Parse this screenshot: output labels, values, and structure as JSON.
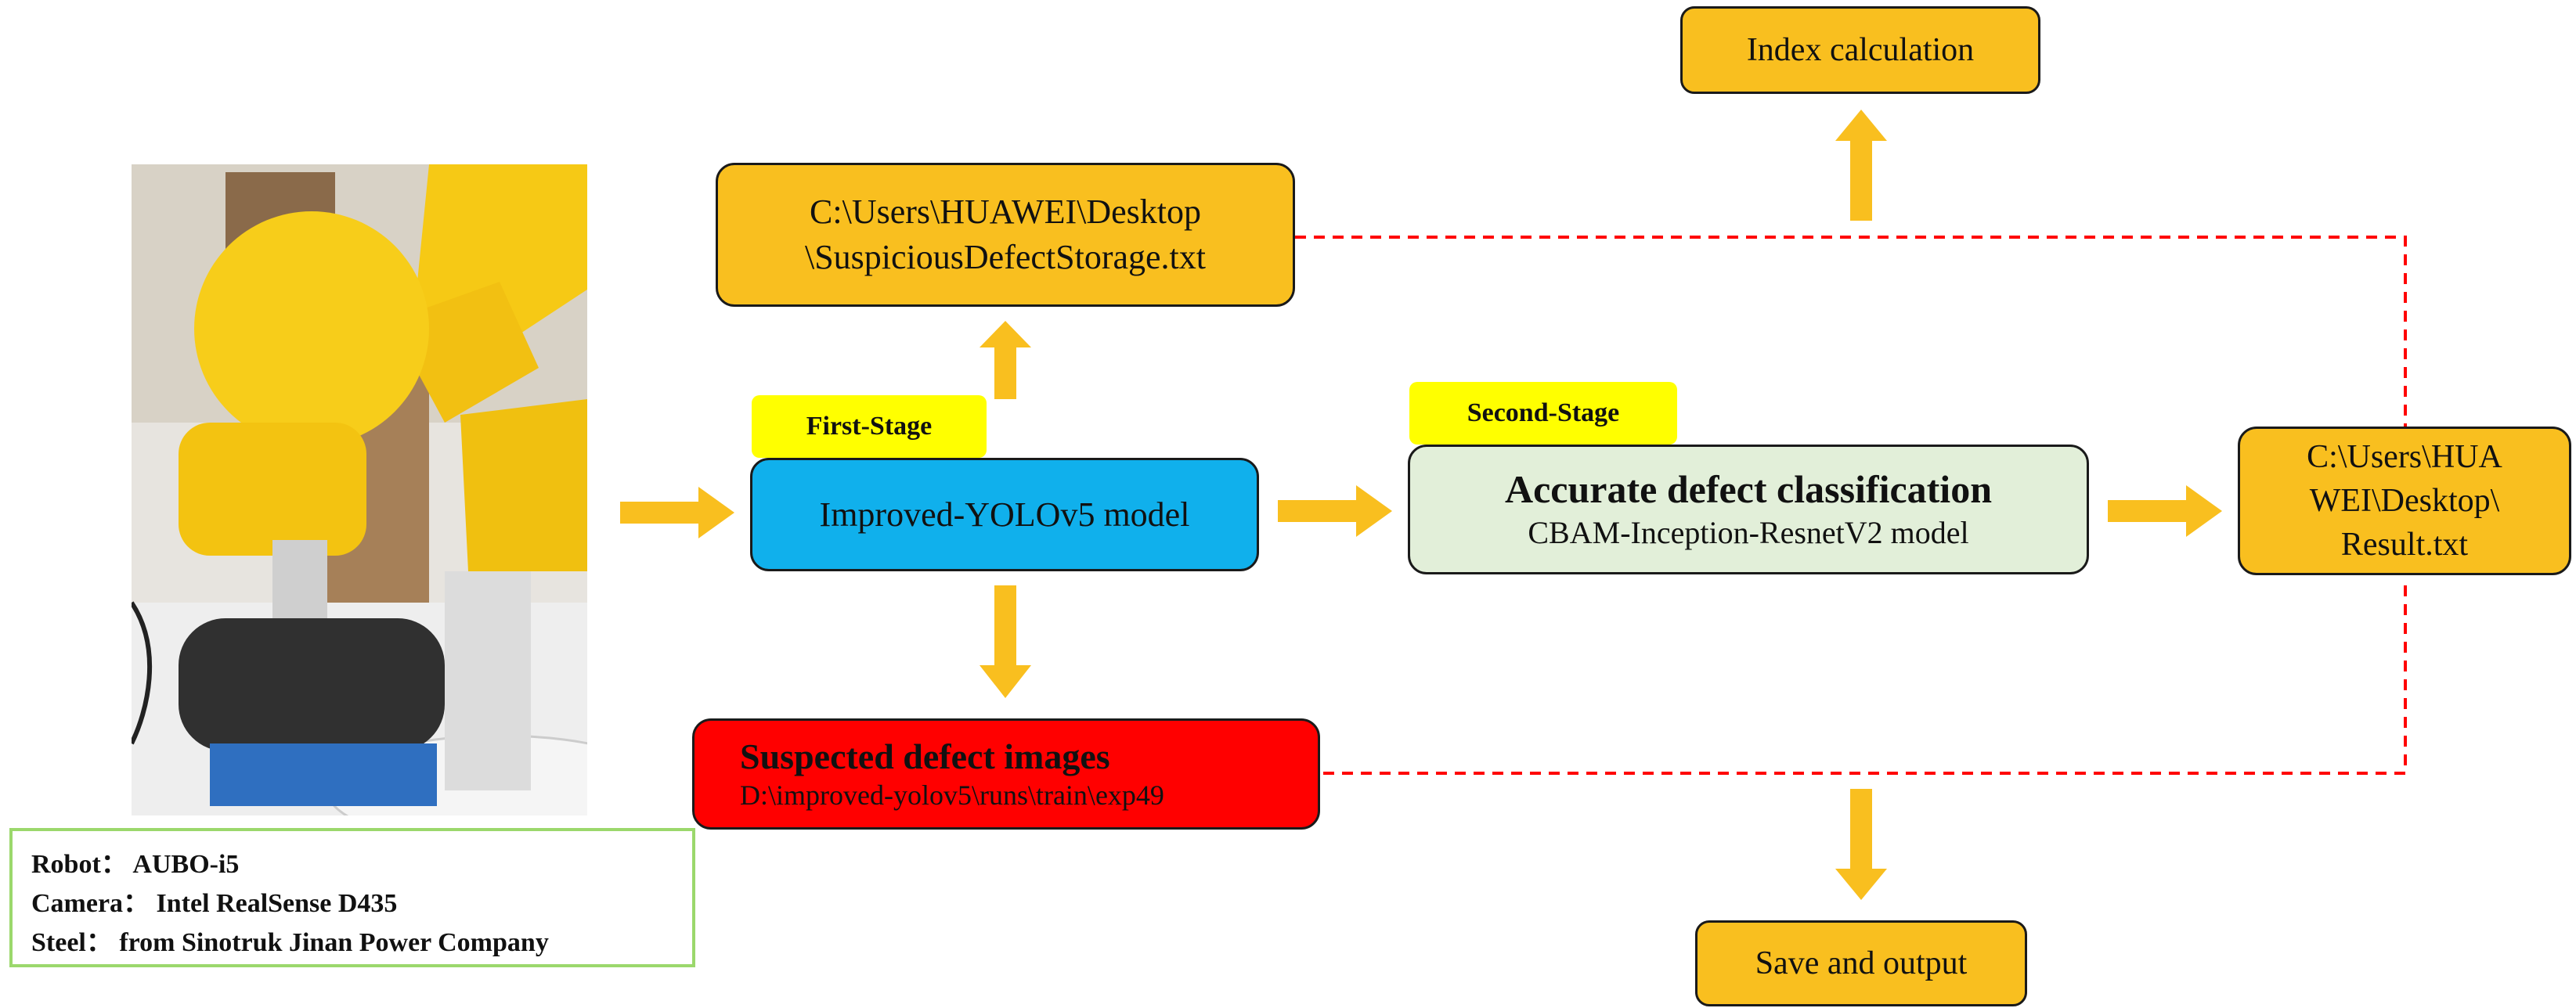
{
  "stages": {
    "first": "First-Stage",
    "second": "Second-Stage"
  },
  "boxes": {
    "storage_line1": "C:\\Users\\HUAWEI\\Desktop",
    "storage_line2": "\\SuspiciousDefectStorage.txt",
    "yolo": "Improved-YOLOv5 model",
    "classification_title": "Accurate defect classification",
    "classification_model": "CBAM-Inception-ResnetV2 model",
    "result_line1": "C:\\Users\\HUA",
    "result_line2": "WEI\\Desktop\\",
    "result_line3": "Result.txt",
    "suspected_title": "Suspected defect images",
    "suspected_path": "D:\\improved-yolov5\\runs\\train\\exp49",
    "index": "Index calculation",
    "save": "Save and output"
  },
  "specs": {
    "robot": "Robot： AUBO-i5",
    "camera": "Camera： Intel RealSense D435",
    "steel": "Steel： from Sinotruk Jinan Power Company"
  },
  "colors": {
    "arrow": "#f9bf1f",
    "orange_box": "#f9bf1f",
    "yolo_box": "#10b0ec",
    "classification_box": "#e2efd9",
    "suspected_box": "#ff0000",
    "stage_tag": "#ffff00",
    "dashed_line": "#ff0000",
    "specs_border": "#9bd86c"
  }
}
